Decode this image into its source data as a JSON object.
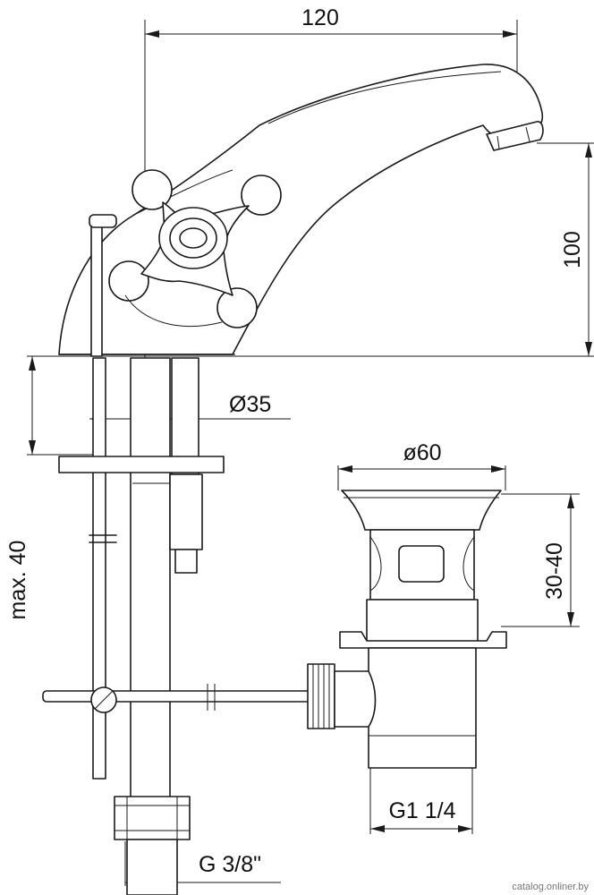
{
  "dimensions": {
    "width_total": "120",
    "spout_height": "100",
    "hole_diameter": "Ø35",
    "max_thickness": "max. 40",
    "drain_diameter": "ø60",
    "drain_range": "30-40",
    "drain_thread": "G1 1/4",
    "supply_thread": "G 3/8\""
  },
  "watermark": "catalog.onliner.by"
}
